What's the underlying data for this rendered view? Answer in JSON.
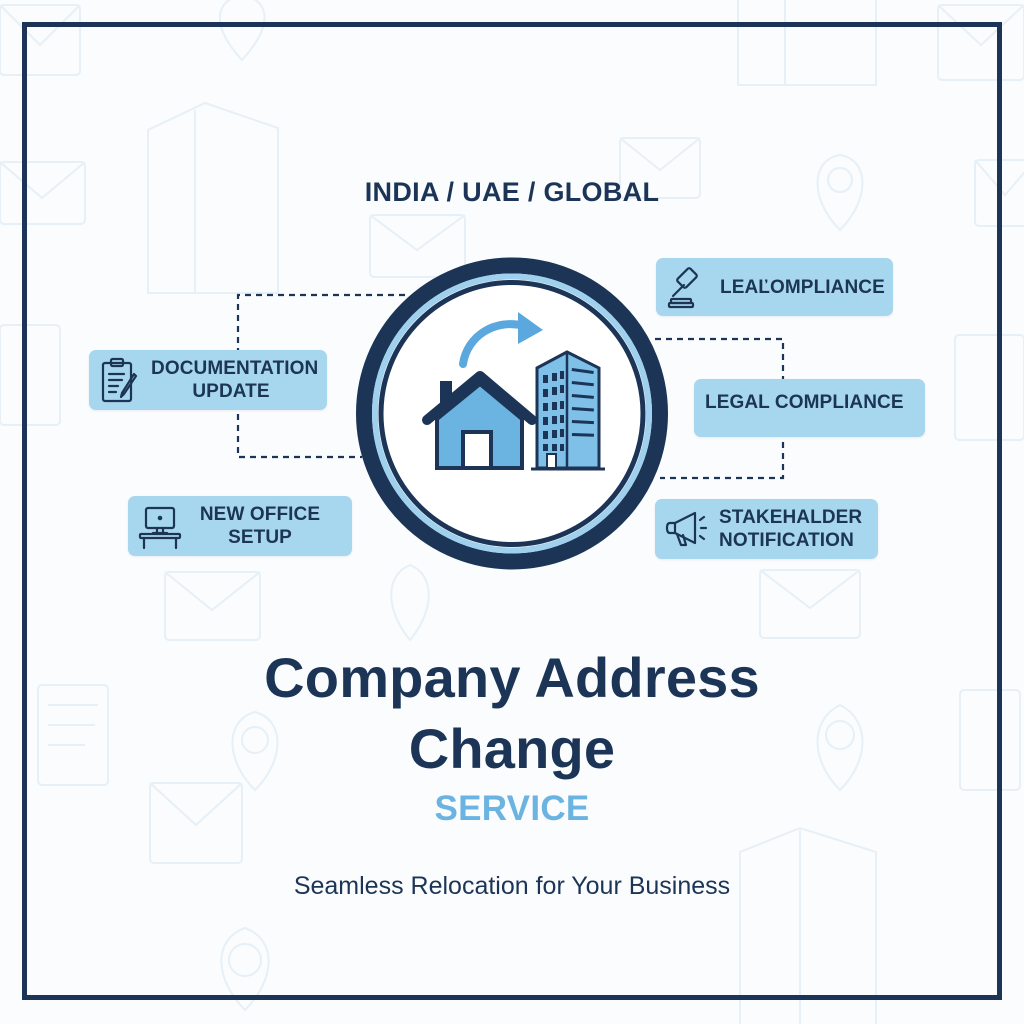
{
  "region_label": "INDIA / UAE / GLOBAL",
  "center_graphic": {
    "icons": [
      "house-icon",
      "arrow-icon",
      "office-building-icon"
    ]
  },
  "features": [
    {
      "label_line1": "LEAĽOMPLIANCE",
      "label_line2": "",
      "icon": "gavel-icon"
    },
    {
      "label_line1": "DOCUMENTATION",
      "label_line2": "UPDATE",
      "icon": "clipboard-icon"
    },
    {
      "label_line1": "LEGAL COMPLIANCE",
      "label_line2": "",
      "icon": ""
    },
    {
      "label_line1": "NEW OFFICE",
      "label_line2": "SETUP",
      "icon": "desk-computer-icon"
    },
    {
      "label_line1": "STAKEHALDER",
      "label_line2": "NOTIFICATION",
      "icon": "megaphone-icon"
    }
  ],
  "title": {
    "line1": "Company Address",
    "line2": "Change",
    "subtitle": "SERVICE"
  },
  "tagline": "Seamless Relocation for Your Business",
  "colors": {
    "navy": "#1c3557",
    "pill_blue": "#a7d6ef",
    "accent_blue": "#6bb3e0",
    "icon_fill": "#5aa8dd",
    "background": "#fafcfe"
  }
}
